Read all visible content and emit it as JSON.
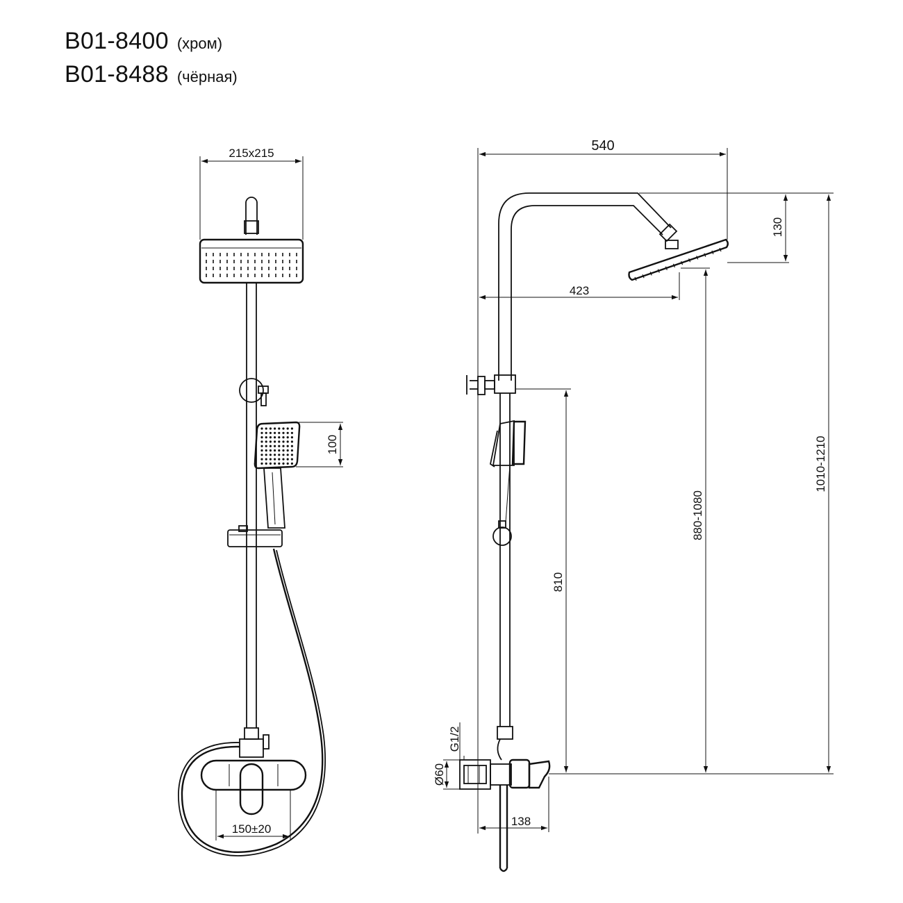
{
  "header": {
    "model_1": {
      "code": "B01-8400",
      "variant": "(хром)"
    },
    "model_2": {
      "code": "B01-8488",
      "variant": "(чёрная)"
    }
  },
  "front_view": {
    "dim_head": "215x215",
    "dim_hand": "100",
    "dim_mixer": "150±20"
  },
  "side_view": {
    "dim_width": "540",
    "dim_reach": "423",
    "dim_head_drop": "130",
    "dim_slider": "810",
    "dim_head_height": "880-1080",
    "dim_total_height": "1010-1210",
    "dim_thread": "G1/2",
    "dim_flange": "Ø60",
    "dim_depth": "138"
  }
}
